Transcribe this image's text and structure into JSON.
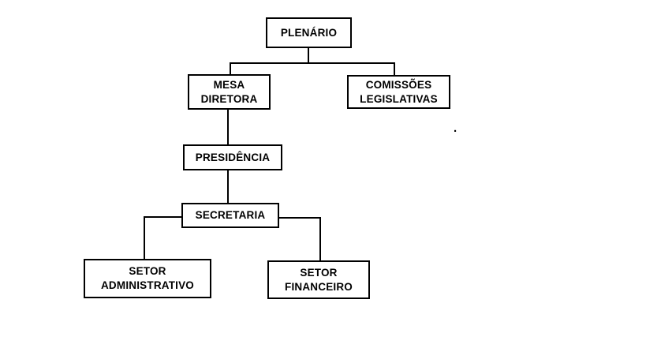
{
  "diagram": {
    "type": "org-chart",
    "nodes": {
      "plenario": {
        "label": "PLENÁRIO"
      },
      "mesa_diretora": {
        "label": "MESA\nDIRETORA"
      },
      "comissoes_legislativas": {
        "label": "COMISSÕES\nLEGISLATIVAS"
      },
      "presidencia": {
        "label": "PRESIDÊNCIA"
      },
      "secretaria": {
        "label": "SECRETARIA"
      },
      "setor_administrativo": {
        "label": "SETOR\nADMINISTRATIVO"
      },
      "setor_financeiro": {
        "label": "SETOR\nFINANCEIRO"
      }
    },
    "edges": [
      {
        "from": "PLENÁRIO",
        "to": "MESA DIRETORA"
      },
      {
        "from": "PLENÁRIO",
        "to": "COMISSÕES LEGISLATIVAS"
      },
      {
        "from": "MESA DIRETORA",
        "to": "PRESIDÊNCIA"
      },
      {
        "from": "PRESIDÊNCIA",
        "to": "SECRETARIA"
      },
      {
        "from": "SECRETARIA",
        "to": "SETOR ADMINISTRATIVO"
      },
      {
        "from": "SECRETARIA",
        "to": "SETOR FINANCEIRO"
      }
    ],
    "stray_dot": ".",
    "colors": {
      "background": "#ffffff",
      "box_fill": "#ffffff",
      "box_border": "#000000",
      "text": "#000000",
      "line": "#000000"
    }
  }
}
